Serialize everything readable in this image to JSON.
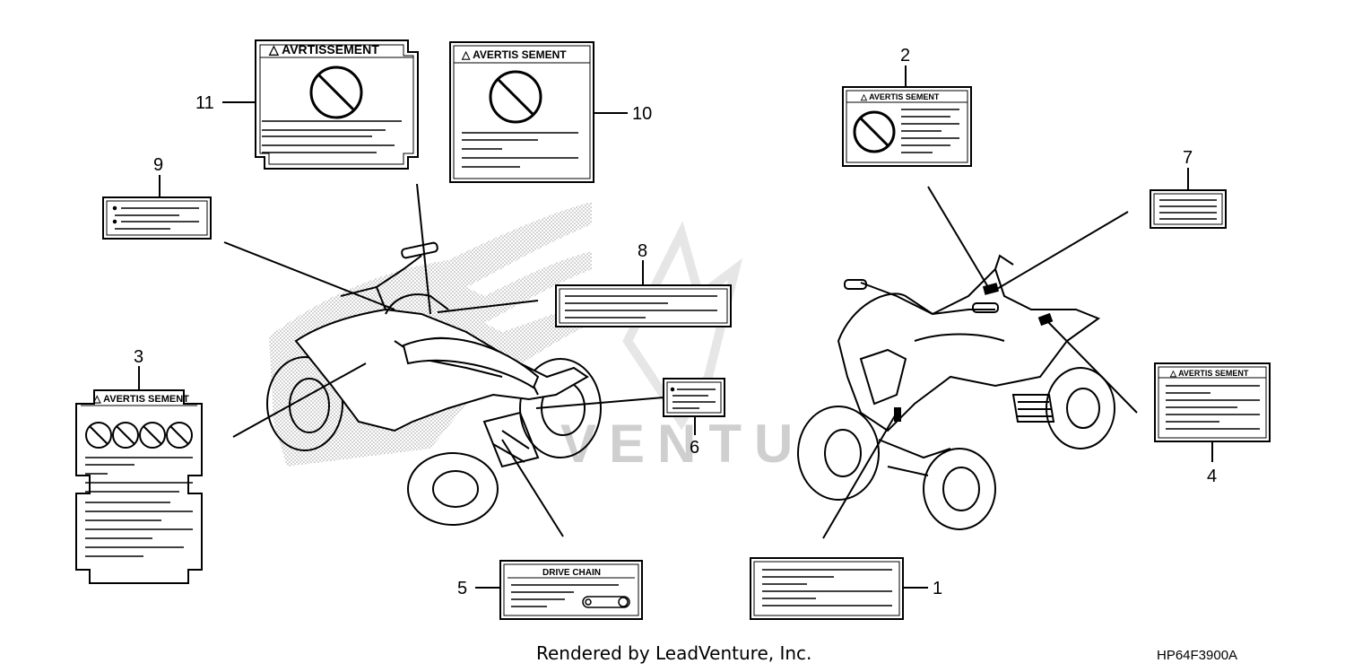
{
  "labels": {
    "warning_11": "△ AVRTISSEMENT",
    "warning_10": "△ AVERTIS SEMENT",
    "warning_2": "△ AVERTIS SEMENT",
    "warning_3": "△ AVERTIS SEMENT",
    "warning_4": "△ AVERTIS SEMENT",
    "drive_chain": "DRIVE CHAIN"
  },
  "callouts": {
    "c1": "1",
    "c2": "2",
    "c3": "3",
    "c4": "4",
    "c5": "5",
    "c6": "6",
    "c7": "7",
    "c8": "8",
    "c9": "9",
    "c10": "10",
    "c11": "11"
  },
  "watermark": "VENTU",
  "footer": {
    "rendered_by": "Rendered by LeadVenture, Inc.",
    "diagram_code": "HP64F3900A"
  }
}
